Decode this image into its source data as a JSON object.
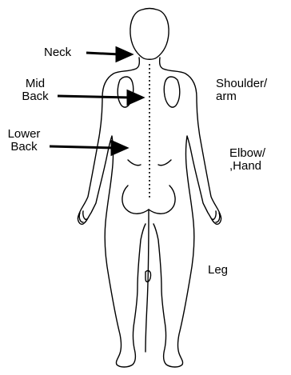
{
  "labels": {
    "neck": "Neck",
    "mid_back": [
      "Mid",
      "Back"
    ],
    "lower_back": [
      "Lower",
      "Back"
    ],
    "shoulder_arm": [
      "Shoulder/",
      "arm"
    ],
    "elbow_hand": [
      "Elbow/",
      ",Hand"
    ],
    "leg": "Leg"
  },
  "colors": {
    "outline": "#000000",
    "background": "#ffffff"
  }
}
